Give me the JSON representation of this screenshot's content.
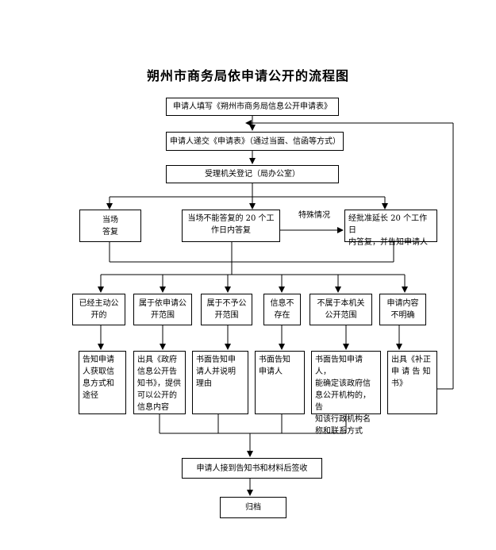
{
  "title": "朔州市商务局依申请公开的流程图",
  "nodes": {
    "fill_form": "申请人填写《朔州市商务局信息公开申请表》",
    "submit_form": "申请人递交《申请表》（通过当面、信函等方式）",
    "register": "受理机关登记（局办公室）",
    "on_site_answer": "当场\n答复",
    "answer_20_days": "当场不能答复的 20 个工\n作日内答复",
    "extend_20_days": "经批准延长 20 个工作日\n内答复，并告知申请人",
    "cat_public": "已经主动公\n开的",
    "cat_disclosable": "属于依申请公\n开范围",
    "cat_not_disclosable": "属于不予公\n开范围",
    "cat_not_exist": "信息不\n存在",
    "cat_not_this_agency": "不属于本机关\n公开范围",
    "cat_unclear": "申请内容\n不明确",
    "res_public": "告知申请\n人获取信\n息方式和\n途径",
    "res_disclosable": "出具《政府\n信息公开告\n知书》，提供\n可以公开的\n信息内容",
    "res_not_disclosable": "书面告知申\n请人并说明\n理由",
    "res_not_exist": "书面告知\n申请人",
    "res_not_this_agency": "书面告知申请人，\n能确定该政府信\n息公开机构的，告\n知该行政机构名\n称和联系方式",
    "res_unclear": "出具《补正\n申 请 告 知\n书》",
    "receive_sign": "申请人接到告知书和材料后签收",
    "archive": "归档"
  },
  "labels": {
    "special_case": "特殊情况"
  }
}
